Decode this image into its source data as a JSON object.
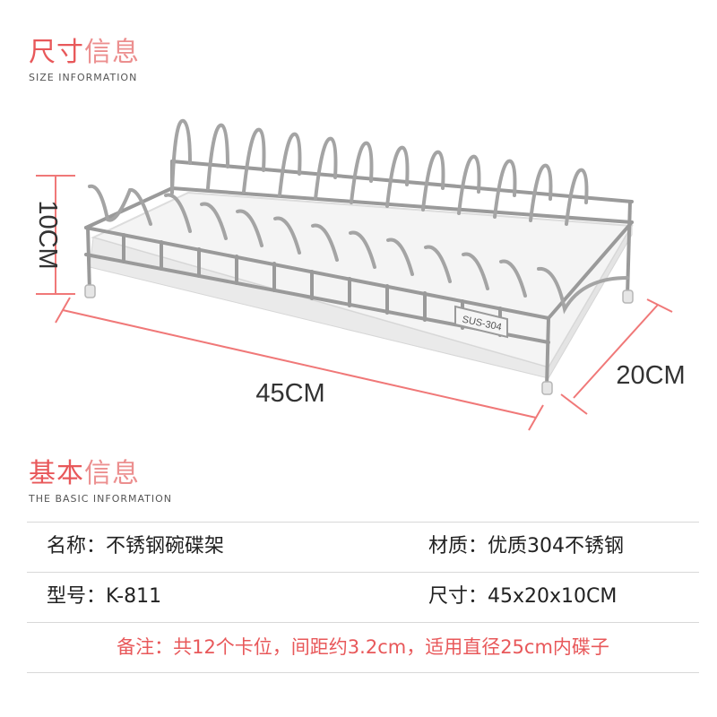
{
  "size_section": {
    "title_a": "尺寸",
    "title_b": "信息",
    "subtitle": "SIZE INFORMATION"
  },
  "dimensions": {
    "height": "10CM",
    "length": "45CM",
    "depth": "20CM",
    "tag": "SUS-304"
  },
  "basic_section": {
    "title_a": "基本",
    "title_b": "信息",
    "subtitle": "THE BASIC INFORMATION"
  },
  "info": {
    "name_label": "名称：",
    "name_value": "不锈钢碗碟架",
    "material_label": "材质：",
    "material_value": "优质304不锈钢",
    "model_label": "型号：",
    "model_value": "K-811",
    "size_label": "尺寸：",
    "size_value": "45x20x10CM"
  },
  "note": {
    "label": "备注：",
    "text": "共12个卡位，间距约3.2cm，适用直径25cm内碟子"
  },
  "colors": {
    "accent": "#e8585a",
    "accent_light": "#ec8f8f",
    "dim_line": "#f07878",
    "metal": "#9a9a9a"
  }
}
